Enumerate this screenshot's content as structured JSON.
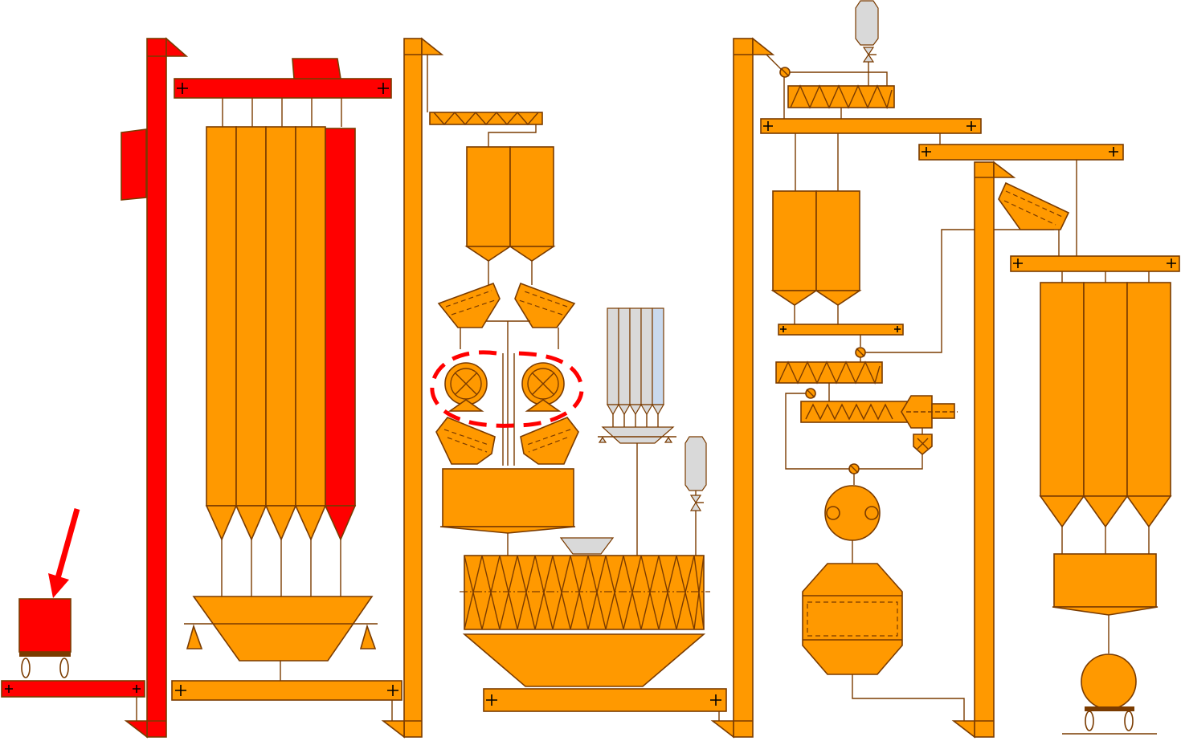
{
  "diagram": {
    "type": "process-flow-schematic",
    "colors": {
      "active": "#ff0000",
      "equipment": "#ff9900",
      "outline": "#7a3b00",
      "inactive": "#d9d9d9",
      "highlight": "#ff0000"
    },
    "icons": {
      "truck": "truck-icon",
      "arrow": "arrow-pointer-icon",
      "valve": "valve-icon",
      "motor": "motor-icon"
    },
    "highlighted_equipment": [
      "pair-of-motors"
    ],
    "active_path": [
      "truck",
      "receiving-conveyor",
      "bucket-elevator-1",
      "top-conveyor-1",
      "silo-5"
    ]
  }
}
